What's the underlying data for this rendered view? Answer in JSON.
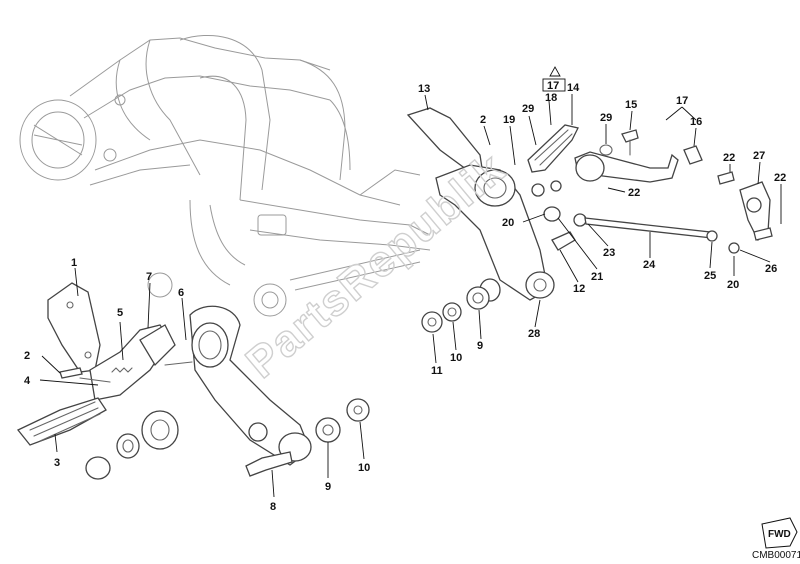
{
  "diagram": {
    "watermark": "PartsRepublik",
    "drawing_code": "CMB00071",
    "fwd_label": "FWD",
    "callouts": [
      {
        "key": "1",
        "text": "1"
      },
      {
        "key": "2a",
        "text": "2"
      },
      {
        "key": "5",
        "text": "5"
      },
      {
        "key": "4",
        "text": "4"
      },
      {
        "key": "3",
        "text": "3"
      },
      {
        "key": "7",
        "text": "7"
      },
      {
        "key": "6",
        "text": "6"
      },
      {
        "key": "8",
        "text": "8"
      },
      {
        "key": "9a",
        "text": "9"
      },
      {
        "key": "10a",
        "text": "10"
      },
      {
        "key": "13",
        "text": "13"
      },
      {
        "key": "2b",
        "text": "2"
      },
      {
        "key": "19",
        "text": "19"
      },
      {
        "key": "29a",
        "text": "29"
      },
      {
        "key": "17a",
        "text": "17"
      },
      {
        "key": "18",
        "text": "18"
      },
      {
        "key": "14",
        "text": "14"
      },
      {
        "key": "29b",
        "text": "29"
      },
      {
        "key": "15",
        "text": "15"
      },
      {
        "key": "17b",
        "text": "17"
      },
      {
        "key": "16",
        "text": "16"
      },
      {
        "key": "22a",
        "text": "22"
      },
      {
        "key": "27",
        "text": "27"
      },
      {
        "key": "22b",
        "text": "22"
      },
      {
        "key": "22c",
        "text": "22"
      },
      {
        "key": "20a",
        "text": "20"
      },
      {
        "key": "23",
        "text": "23"
      },
      {
        "key": "24",
        "text": "24"
      },
      {
        "key": "21",
        "text": "21"
      },
      {
        "key": "25",
        "text": "25"
      },
      {
        "key": "26",
        "text": "26"
      },
      {
        "key": "20b",
        "text": "20"
      },
      {
        "key": "12",
        "text": "12"
      },
      {
        "key": "28",
        "text": "28"
      },
      {
        "key": "11",
        "text": "11"
      },
      {
        "key": "10b",
        "text": "10"
      },
      {
        "key": "9b",
        "text": "9"
      }
    ]
  }
}
